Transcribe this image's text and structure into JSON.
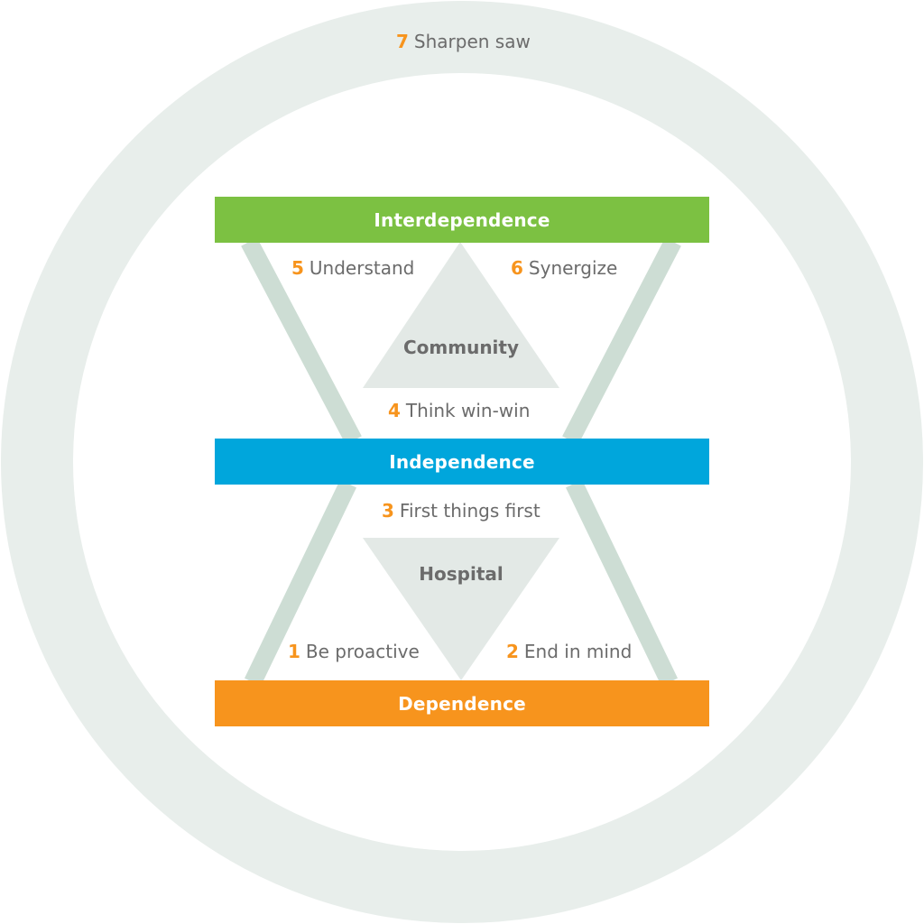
{
  "outer_ring": {
    "number": "7",
    "text": "Sharpen saw"
  },
  "bands": {
    "interdependence": "Interdependence",
    "independence": "Independence",
    "dependence": "Dependence"
  },
  "habits": {
    "h1": {
      "number": "1",
      "text": "Be proactive"
    },
    "h2": {
      "number": "2",
      "text": "End in mind"
    },
    "h3": {
      "number": "3",
      "text": "First things first"
    },
    "h4": {
      "number": "4",
      "text": "Think win-win"
    },
    "h5": {
      "number": "5",
      "text": "Understand"
    },
    "h6": {
      "number": "6",
      "text": "Synergize"
    }
  },
  "triangles": {
    "upper": "Community",
    "lower": "Hospital"
  },
  "colors": {
    "interdependence": "#7cc142",
    "independence": "#00a6dc",
    "dependence": "#f7941d",
    "number_accent": "#f7941d",
    "ring": "#e8eeeb",
    "triangle": "#e3e9e6",
    "strut": "#cdddd4",
    "text": "#6b6b6b"
  }
}
